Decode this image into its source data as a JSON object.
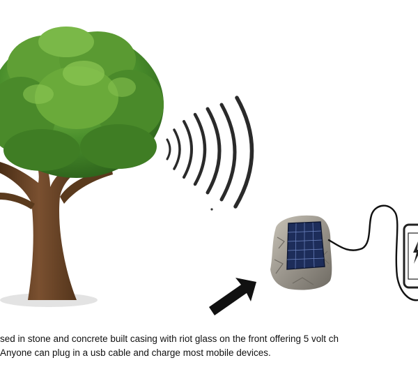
{
  "caption": {
    "line1": "sed in stone and concrete built casing with riot glass on the front offering 5 volt ch",
    "line2": "Anyone can plug in a usb cable and charge most mobile devices."
  },
  "colors": {
    "foliage_dark": "#2f6b1f",
    "foliage_mid": "#4a8f2c",
    "foliage_light": "#7fbf4a",
    "trunk": "#6b4423",
    "trunk_dark": "#4a2e16",
    "signal_wave": "#2a2a2a",
    "arrow": "#111111",
    "solar_cell": "#1d2d5a",
    "stone": "#9a958c",
    "cable": "#111111",
    "phone": "#222222"
  },
  "icons": {
    "tree": "tree-illustration",
    "signal": "wifi-signal-waves",
    "arrow": "pointer-arrow",
    "charger": "stone-solar-charger",
    "phone": "mobile-phone-icon"
  }
}
